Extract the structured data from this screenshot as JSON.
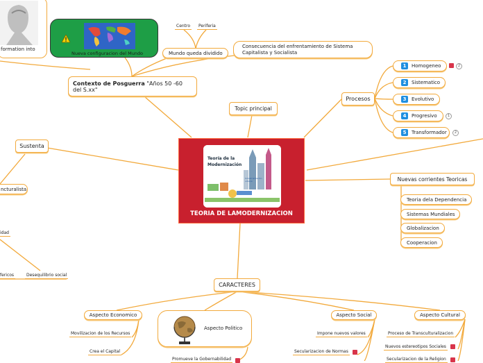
{
  "colors": {
    "branch": "#f2a93b",
    "center_fill": "#c8202e",
    "center_border": "#ff6b3d",
    "context_fill": "#1e9e46",
    "number_badge": "#1f8fe0"
  },
  "center": {
    "title": "TEORIA DE LAMODERNIZACION",
    "image": {
      "title_line1": "Teoría de la",
      "title_line2": "Modernización",
      "caption": "Industrialización urbana"
    }
  },
  "topic": {
    "label": "Topic principal"
  },
  "context": {
    "bold": "Contexto de Posguerra",
    "rest": " \"Años 50 -60 del S.xx\""
  },
  "nueva": {
    "label": "Nueva configuracion del Mundo"
  },
  "mundo": {
    "label": "Mundo queda dividido",
    "centro": "Centro",
    "periferia": "Periferia"
  },
  "consecuencia": {
    "label": "Consecuencia del enfrentamiento de Sistema Capitalista  y Socialista"
  },
  "information": {
    "label": "formation into"
  },
  "procesos": {
    "label": "Procesos",
    "items": [
      {
        "n": "1",
        "label": "Homogeneo",
        "badge": "2"
      },
      {
        "n": "2",
        "label": "Sistematico"
      },
      {
        "n": "3",
        "label": "Evolutivo"
      },
      {
        "n": "4",
        "label": "Progresivo",
        "badge": "1"
      },
      {
        "n": "5",
        "label": "Transformador",
        "badge": "2"
      }
    ]
  },
  "nuevas": {
    "label": "Nuevas  corrientes Teoricas",
    "items": [
      "Teoria dela Dependencia",
      "Sistemas Mundiales",
      "Globalizacion",
      "Cooperacion"
    ]
  },
  "sustenta": {
    "label": "Sustenta",
    "child": "ncturalista"
  },
  "left_misc": {
    "idad": "idad",
    "fericos": "fericos",
    "desequilibrio": "Desequilibrio social"
  },
  "caracteres": {
    "label": "CARACTERES"
  },
  "economico": {
    "label": "Aspecto Economico",
    "items": [
      "Movilizacion de los Recursos",
      "Crea el Capital"
    ]
  },
  "politico": {
    "label": "Aspecto Politico",
    "items": [
      "Promueve la Gobernabilidad"
    ]
  },
  "social": {
    "label": "Aspecto Social",
    "items": [
      "Impone nuevos valores",
      "Secularizacion de Normas"
    ]
  },
  "cultural": {
    "label": "Aspecto Cultural",
    "items": [
      "Proceso de Transculturalizacion",
      "Nuevos estereotipos Sociales",
      "Secularizacion de la Religion"
    ]
  }
}
